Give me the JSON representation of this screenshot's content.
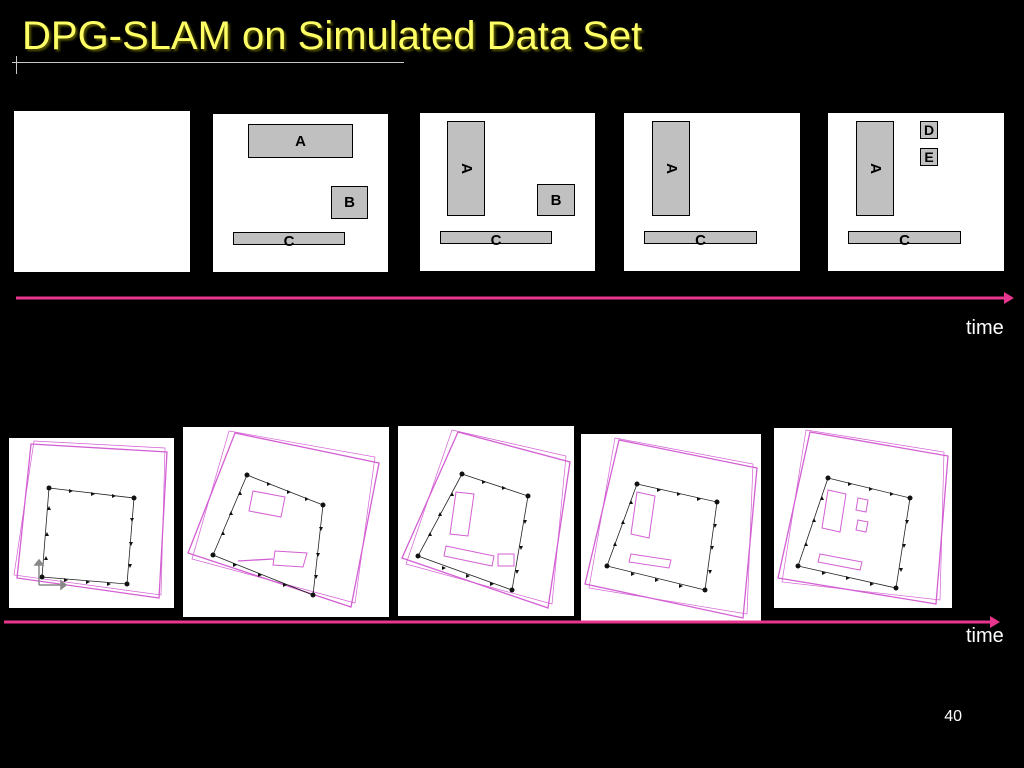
{
  "slide": {
    "title": "DPG-SLAM on Simulated Data Set",
    "page_number": "40"
  },
  "timeline": {
    "top_label": "time",
    "bottom_label": "time",
    "arrow_color": "#e8368f"
  },
  "world_panels": [
    {
      "objects": []
    },
    {
      "objects": [
        "A",
        "B",
        "C"
      ]
    },
    {
      "objects": [
        "A",
        "B",
        "C"
      ]
    },
    {
      "objects": [
        "A",
        "C"
      ]
    },
    {
      "objects": [
        "A",
        "C",
        "D",
        "E"
      ]
    }
  ],
  "labels": {
    "A": "A",
    "B": "B",
    "C": "C",
    "D": "D",
    "E": "E"
  },
  "colors": {
    "title": "#ffff66",
    "background": "#000000",
    "map_trace": "#cc44cc",
    "object_fill": "#c0c0c0"
  }
}
